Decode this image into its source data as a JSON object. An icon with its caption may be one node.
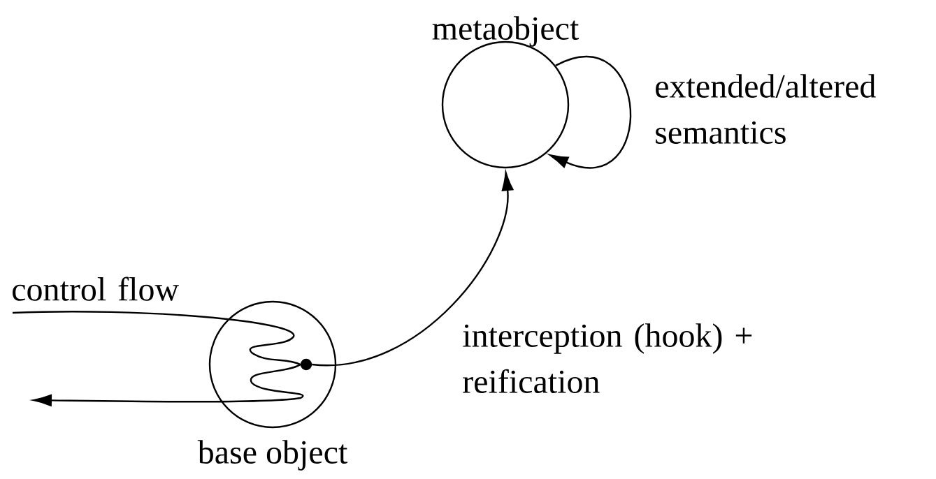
{
  "diagram": {
    "nodes": [
      {
        "text": [
          "metaobject"
        ]
      },
      {
        "text": [
          "base object"
        ]
      },
      {
        "text": [],
        "shape": "circle",
        "in": 1
      }
    ],
    "edges": [
      {
        "from": 0,
        "to": 0,
        "arrow": "to",
        "label": "extended/altered semantics"
      },
      {
        "from": 2,
        "to": 0,
        "arrow": "to",
        "label": "interception (hook) + reification"
      },
      {
        "from": null,
        "to": 2,
        "arrow": "none",
        "label": "control flow"
      },
      {
        "from": 2,
        "to": null,
        "arrow": "to"
      }
    ]
  }
}
